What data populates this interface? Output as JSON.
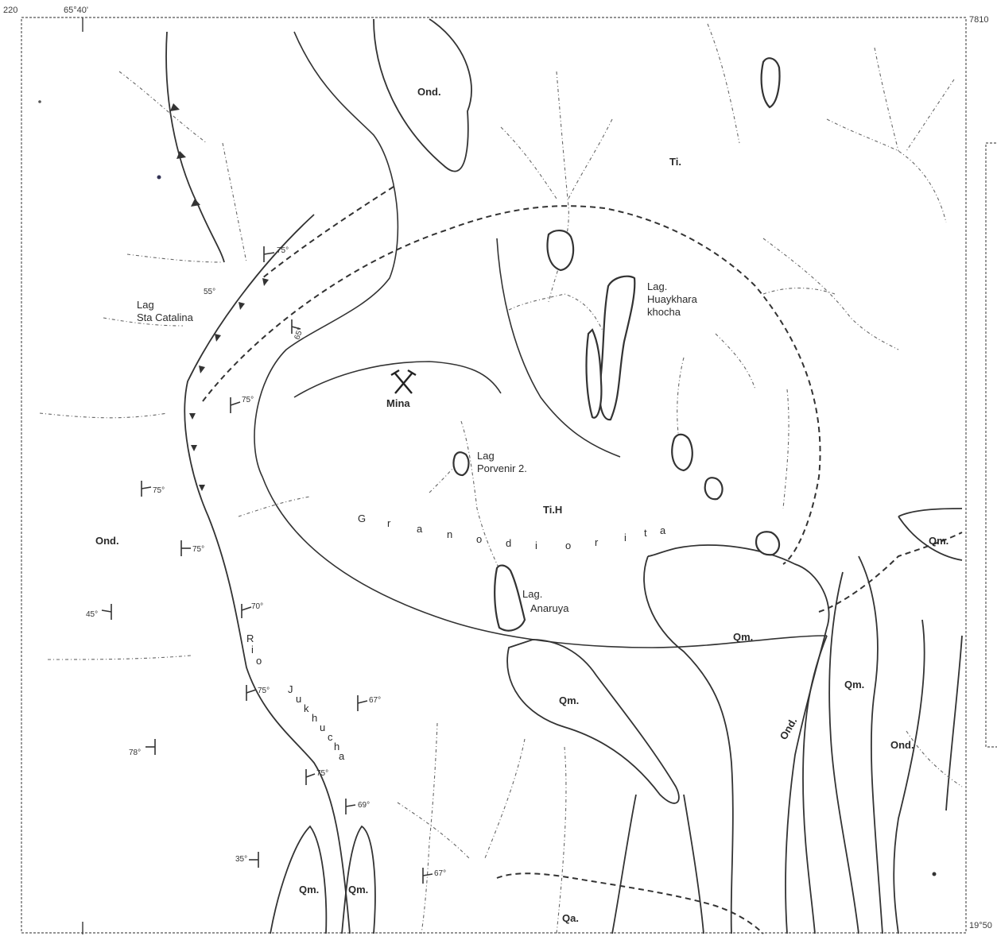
{
  "map": {
    "corner_labels": {
      "top_left_number": "220",
      "top_left_coordinate": "65°40'",
      "top_right_coordinate": "7810",
      "bottom_right_coordinate": "19°50"
    },
    "units": {
      "ond_top": "Ond.",
      "ti_top": "Ti.",
      "tih": "Ti.H",
      "ond_left": "Ond.",
      "qm_right_top": "Qm.",
      "qm_center": "Qm.",
      "qm_right_mid": "Qm.",
      "qm_bottom_center": "Qm.",
      "ond_right_a": "Ond.",
      "ond_right_b": "Ond.",
      "qm_bottom_left_a": "Qm.",
      "qm_bottom_left_b": "Qm.",
      "qa_bottom": "Qa."
    },
    "places": {
      "lag_sta_catalina_1": "Lag",
      "lag_sta_catalina_2": "Sta Catalina",
      "lag_huaykhara_1": "Lag.",
      "lag_huaykhara_2": "Huaykhara",
      "lag_huaykhara_3": "khocha",
      "mine": "Mina",
      "lag_porvenir_1": "Lag",
      "lag_porvenir_2": "Porvenir 2.",
      "lag_anaruya_1": "Lag.",
      "lag_anaruya_2": "Anaruya",
      "granodiorita": [
        "G",
        "r",
        "a",
        "n",
        "o",
        "d",
        "i",
        "o",
        "r",
        "i",
        "t",
        "a"
      ],
      "river": [
        "R",
        "i",
        "o",
        "",
        "J",
        "u",
        "k",
        "h",
        "u",
        "c",
        "h",
        "a"
      ]
    },
    "dips": {
      "d1": "75°",
      "d2": "55°",
      "d3": "65°",
      "d4": "75°",
      "d5": "75°",
      "d6": "75°",
      "d7": "45°",
      "d8": "70°",
      "d9": "75°",
      "d10": "67°",
      "d11": "78°",
      "d12": "75°",
      "d13": "69°",
      "d14": "35°",
      "d15": "67°"
    },
    "icons": {
      "mine_symbol": "crossed-hammers-icon"
    }
  }
}
